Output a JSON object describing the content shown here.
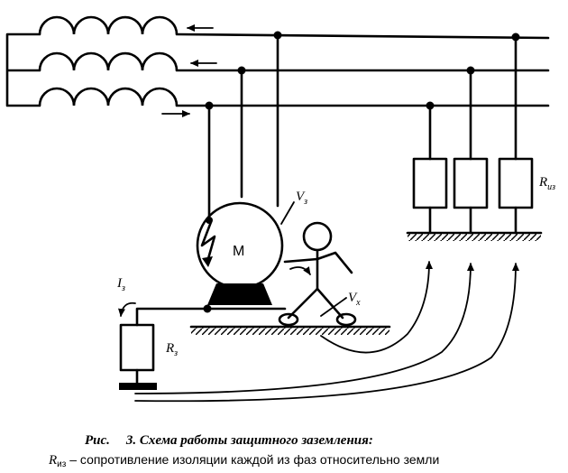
{
  "labels": {
    "motor": "М",
    "v_z_main": "V",
    "v_z_sub": "з",
    "v_x_main": "V",
    "v_x_sub": "х",
    "i_z_main": "I",
    "i_z_sub": "з",
    "r_z_main": "R",
    "r_z_sub": "з",
    "r_iz_main": "R",
    "r_iz_sub": "из"
  },
  "caption": {
    "prefix": "Рис.",
    "title": "3. Схема работы защитного заземления:",
    "legend_symbol_main": "R",
    "legend_symbol_sub": "из",
    "legend_text": " – сопротивление изоляции каждой из фаз относительно земли"
  },
  "colors": {
    "ink": "#000000",
    "background": "#ffffff"
  }
}
